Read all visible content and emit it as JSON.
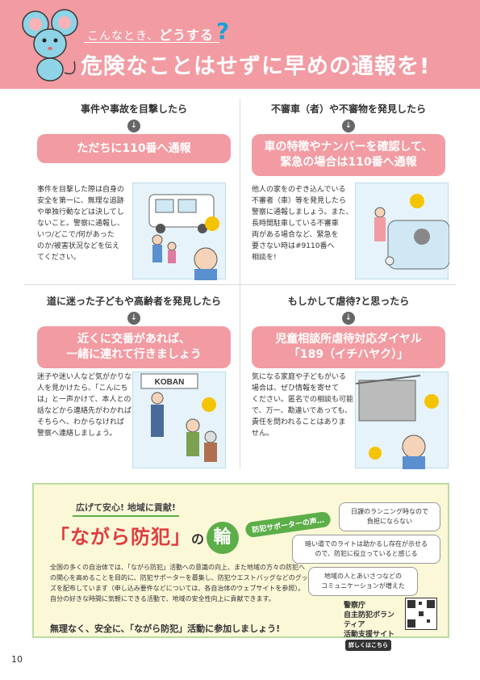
{
  "header": {
    "sub_title_a": "こんなとき、",
    "sub_title_b": "どうする",
    "qmark": "?",
    "main_title": "危険なことはせずに早めの通報を!"
  },
  "cells": [
    {
      "head": "事件や事故を目撃したら",
      "box": "ただちに110番へ通報",
      "text": "事件を目撃した際は自身の\n安全を第一に、無理な追跡\nや単独行動などは決してし\nないこと。警察に通報し、\nいつ/どこで/何があった\nのか/被害状況などを伝え\nてください。"
    },
    {
      "head": "不審車（者）や不審物を発見したら",
      "box": "車の特徴やナンバーを確認して、\n緊急の場合は110番へ通報",
      "text": "他人の家をのぞき込んでいる\n不審者（車）等を発見したら\n警察に通報しましょう。また、\n長時間駐車している不審車\n両がある場合など、緊急を\n要さない時は#9110番へ\n相談を!"
    },
    {
      "head": "道に迷った子どもや高齢者を発見したら",
      "box": "近くに交番があれば、\n一緒に連れて行きましょう",
      "text": "迷子や迷い人など気がかりな\n人を見かけたら、「こんにち\nは」と一声かけて、本人との\n話などから連絡先がわかれば\nそちらへ、わからなければ\n警察へ連絡しましょう。",
      "koban": "KOBAN"
    },
    {
      "head": "もしかして虐待?と思ったら",
      "box": "児童相談所虐待対応ダイヤル\n「189（イチハヤク）」",
      "text": "気になる家庭や子どもがいる\n場合は、ぜひ情報を寄せて\nください。匿名での相談も可能\nで、万一、勘違いであっても、\n責任を問われることはありま\nせん。"
    }
  ],
  "bottom": {
    "header": "広げて安心! 地域に貢献!",
    "logo": "「ながら防犯」",
    "logo_no": "の",
    "logo_wa": "輪",
    "body": "全国の多くの自治体では、「ながら防犯」活動への意識の向上、また地域の方々の防犯への関心を高めることを目的に、防犯サポーターを募集し、防犯ウエストバッグなどのグッズを配布しています（申し込み要件などについては、各自治体のウェブサイトを参照）。自分の好きな時間に気軽にできる活動で、地域の安全性向上に貢献できます。",
    "cta": "無理なく、安全に、「ながら防犯」活動に参加しましょう!",
    "voice_label": "防犯サポーターの声…",
    "bubbles": [
      "日課のランニング時なので\n負担にならない",
      "暗い道でのライトは助かるし存在が示せる\nので、防犯に役立っていると感じる",
      "地域の人とあいさつなどの\nコミュニケーションが増えた"
    ],
    "site_line1": "警察庁",
    "site_line2": "自主防犯ボランティア",
    "site_line3": "活動支援サイト",
    "site_btn": "詳しくはこちら"
  },
  "page_number": "10"
}
